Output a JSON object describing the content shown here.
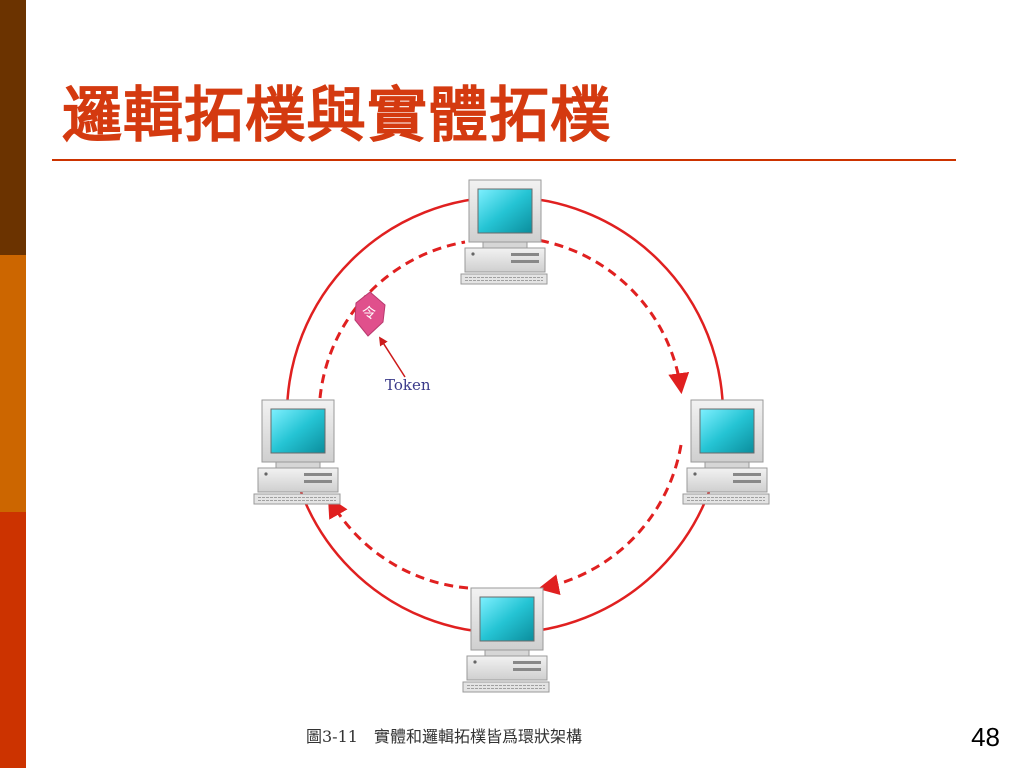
{
  "slide": {
    "title": "邏輯拓樸與實體拓樸",
    "caption": "圖3-11　實體和邏輯拓樸皆爲環狀架構",
    "page_number": "48"
  },
  "diagram": {
    "token_symbol": "令",
    "token_label": "Token",
    "computers": [
      "top",
      "right",
      "bottom",
      "left"
    ]
  },
  "colors": {
    "title": "#d43a10",
    "rule": "#cc3300",
    "ring": "#e02020",
    "token": "#e0508c",
    "token_label": "#3a3a8a",
    "bar_top": "#6b3300",
    "bar_mid": "#cc6600",
    "bar_bottom": "#cc3300"
  }
}
